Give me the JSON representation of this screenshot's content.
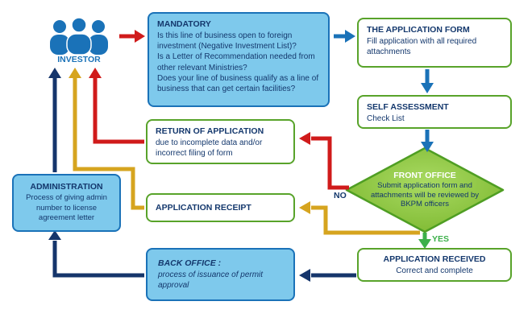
{
  "colors": {
    "box_blue_fill": "#7ec9ec",
    "box_blue_border": "#1a72b8",
    "box_green_border": "#58a32a",
    "box_fill_white": "#ffffff",
    "diamond_fill": "#7ab62d",
    "diamond_fill_light": "#a9da62",
    "diamond_border": "#4f9e23",
    "navy": "#14386d",
    "arrow_red": "#d01b1b",
    "arrow_blue": "#1a72b8",
    "arrow_navy": "#15356b",
    "arrow_gold": "#d6a41f",
    "arrow_green": "#3cb04a",
    "investor_blue": "#1a72b8",
    "label_no_color": "#14386d",
    "label_yes_color": "#3cb04a"
  },
  "investor": {
    "label": "INVESTOR"
  },
  "labels": {
    "no": "NO",
    "yes": "YES"
  },
  "nodes": {
    "mandatory": {
      "title": "MANDATORY",
      "q1": "Is this line of business open to foreign investment (Negative Investment List)?",
      "q2": "Is a Letter of Recommendation needed from other relevant Ministries?",
      "q3": "Does your line of business qualify as a line of business that can get certain facilities?"
    },
    "application_form": {
      "title": "THE APPLICATION FORM",
      "body": "Fill application with all required attachments"
    },
    "self_assessment": {
      "title": "SELF ASSESSMENT",
      "body": "Check List"
    },
    "front_office": {
      "title": "FRONT OFFICE",
      "body": "Submit application form and attachments will be reviewed by BKPM officers"
    },
    "return_of_application": {
      "title": "RETURN OF APPLICATION",
      "body": "due to incomplete data and/or incorrect filing of form"
    },
    "application_receipt": {
      "title": "APPLICATION RECEIPT"
    },
    "administration": {
      "title": "ADMINISTRATION",
      "body": "Process of giving admin number to license agreement letter"
    },
    "application_received": {
      "title": "APPLICATION RECEIVED",
      "body": "Correct and complete"
    },
    "back_office": {
      "title": "BACK OFFICE :",
      "body": "process of issuance of permit approval"
    }
  }
}
